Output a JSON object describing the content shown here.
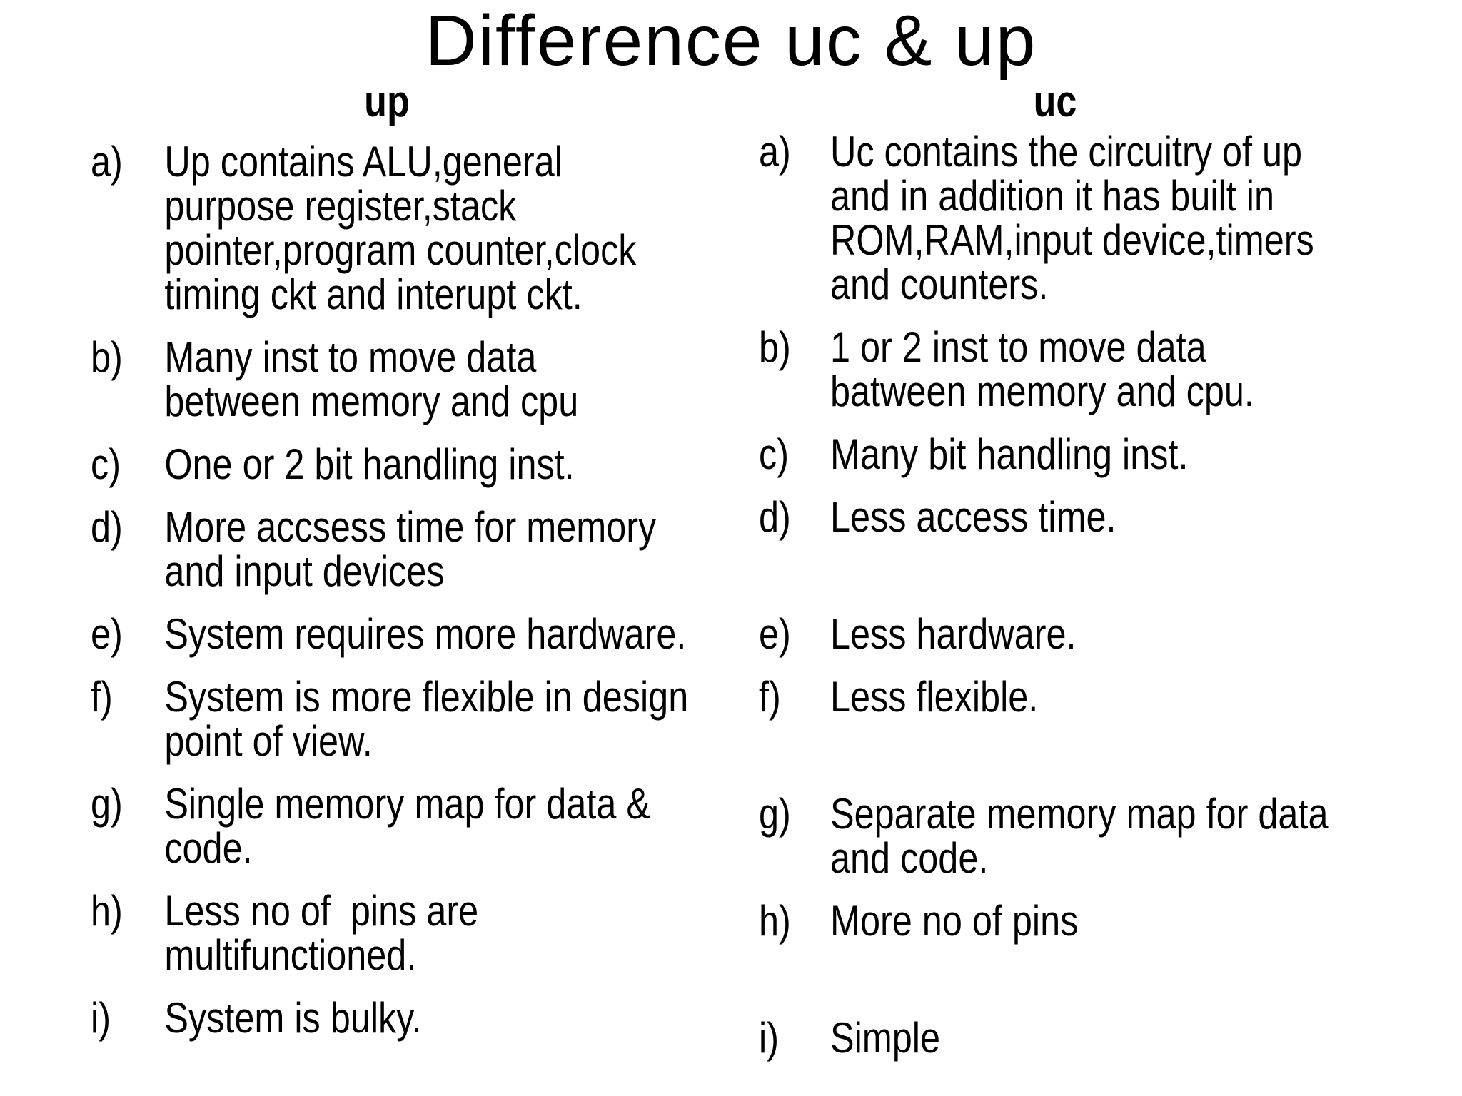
{
  "slide": {
    "title": "Difference uc & up",
    "background_color": "#ffffff",
    "text_color": "#000000",
    "columns": [
      {
        "header": "up",
        "items": [
          {
            "label": "a)",
            "text": "Up contains ALU,general\npurpose register,stack\npointer,program counter,clock\ntiming ckt and interupt ckt."
          },
          {
            "label": "b)",
            "text": "Many inst to move data\nbetween memory and cpu"
          },
          {
            "label": "c)",
            "text": "One or 2 bit handling inst."
          },
          {
            "label": "d)",
            "text": "More accsess time for memory\nand input devices"
          },
          {
            "label": "e)",
            "text": "System requires more hardware."
          },
          {
            "label": "f)",
            "text": "System is more flexible in design\npoint of view."
          },
          {
            "label": "g)",
            "text": "Single memory map for data &\ncode."
          },
          {
            "label": "h)",
            "text": "Less no of  pins are\nmultifunctioned."
          },
          {
            "label": "i)",
            "text": "System is bulky."
          }
        ]
      },
      {
        "header": "uc",
        "items": [
          {
            "label": "a)",
            "text": "Uc contains the circuitry of up\nand in addition it has built in\nROM,RAM,input device,timers\nand counters."
          },
          {
            "label": "b)",
            "text": "1 or 2 inst to move data\nbatween memory and cpu."
          },
          {
            "label": "c)",
            "text": "Many bit handling inst."
          },
          {
            "label": "d)",
            "text": "Less access time."
          },
          {
            "label": "e)",
            "text": "Less hardware."
          },
          {
            "label": "f)",
            "text": "Less flexible."
          },
          {
            "label": "g)",
            "text": "Separate memory map for data\nand code."
          },
          {
            "label": "h)",
            "text": "More no of pins"
          },
          {
            "label": "i)",
            "text": "Simple"
          }
        ]
      }
    ]
  }
}
